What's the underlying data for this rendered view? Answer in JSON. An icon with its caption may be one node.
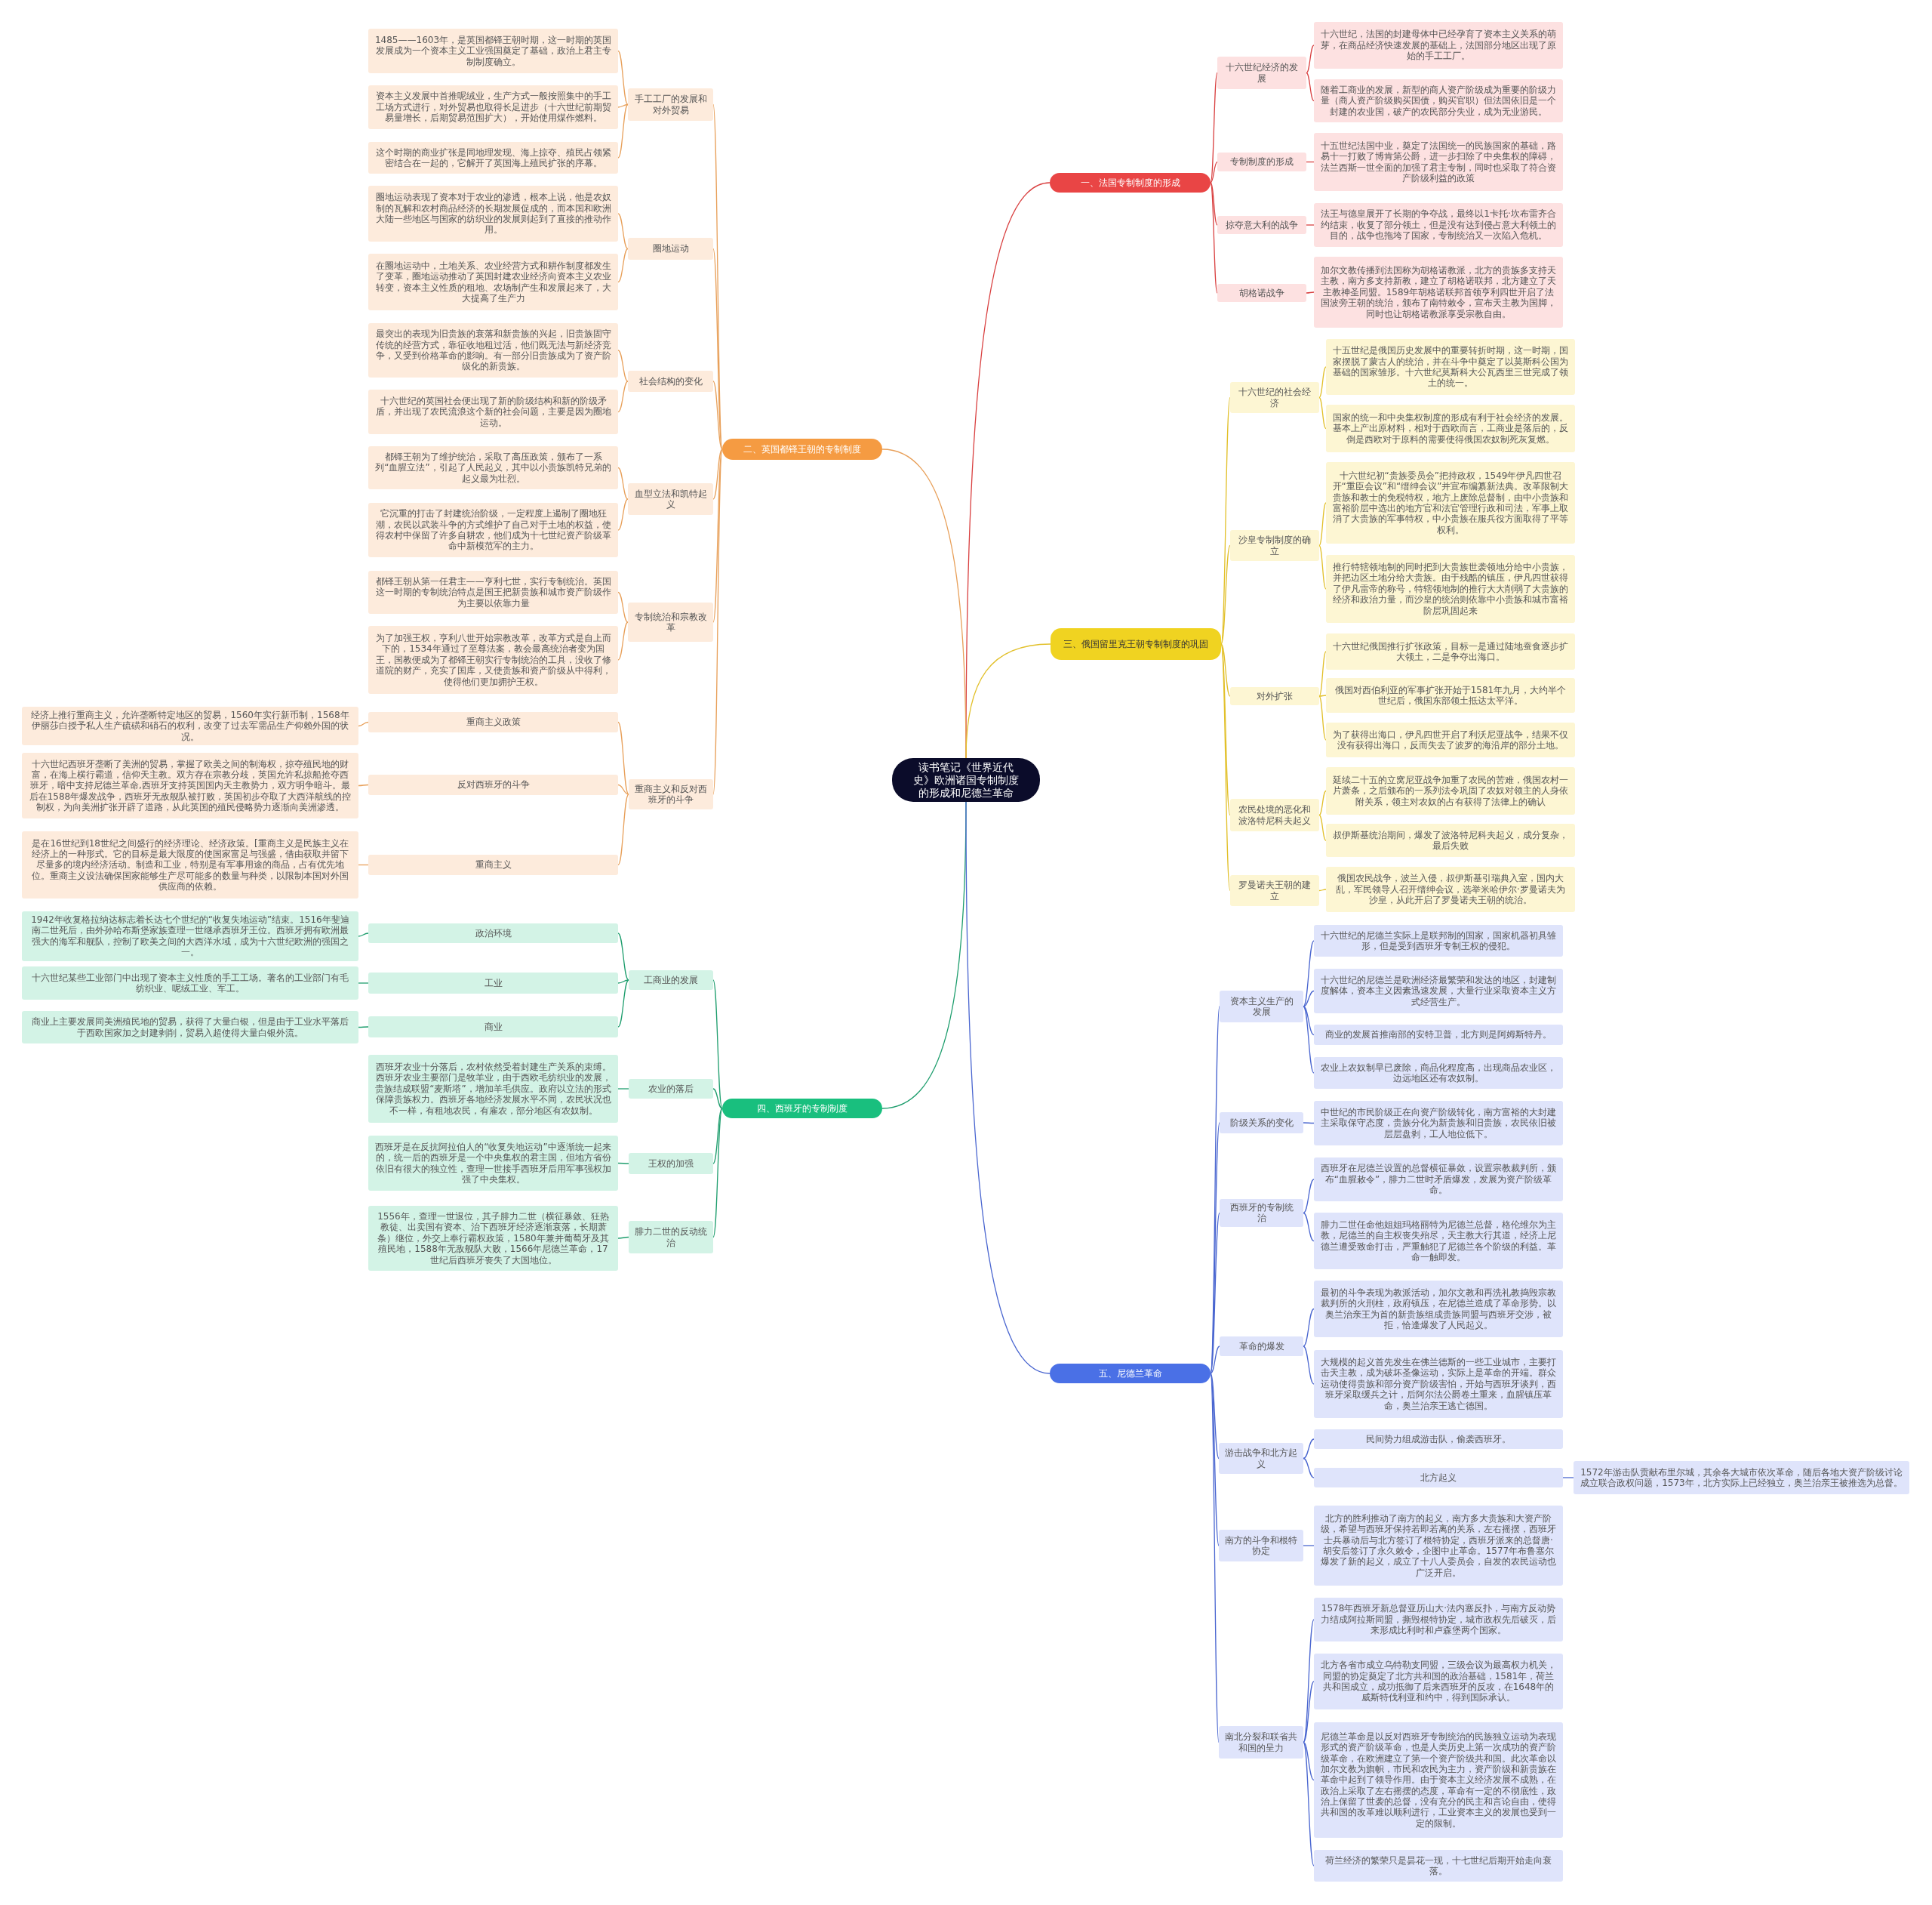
{
  "diagram": {
    "nodes": [
      {
        "text": [
          "读书笔记《世界近代史》欧洲诸国专制制度的形成和尼德兰革命"
        ]
      },
      {
        "text": [
          "一、法国专制制度的形成"
        ]
      },
      {
        "text": [
          "十六世纪经济的发展"
        ]
      },
      {
        "text": [
          "十六世纪，法国的封建母体中已经孕育了资本主义关系的萌芽，在商品经济快速发展的基础上，法国部分地区出现了原始的手工工厂。"
        ]
      },
      {
        "text": [
          "随着工商业的发展，新型的商人资产阶级成为重要的阶级力量（商人资产阶级购买国债，购买官职）但法国依旧是一个封建的农业国，破产的农民部分失业，成为无业游民。"
        ]
      },
      {
        "text": [
          "专制制度的形成"
        ]
      },
      {
        "text": [
          "十五世纪法国中业，奠定了法国统一的民族国家的基础，路易十一打败了博肯第公爵，进一步扫除了中央集权的障碍，法兰西斯一世全面的加强了君主专制，同时也采取了符合资产阶级利益的政策"
        ]
      },
      {
        "text": [
          "掠夺意大利的战争"
        ]
      },
      {
        "text": [
          "法王与德皇展开了长期的争夺战，最终以1卡托·坎布雷齐合约结束，收复了部分领土，但是没有达到侵占意大利领土的目的，战争也拖垮了国家，专制统治又一次陷入危机。"
        ]
      },
      {
        "text": [
          "胡格诺战争"
        ]
      },
      {
        "text": [
          "加尔文教传播到法国称为胡格诺教派，北方的贵族多支持天主教，南方多支持新教，建立了胡格诺联邦，北方建立了天主教神圣同盟。1589年胡格诺联邦首领亨利四世开启了法国波旁王朝的统治，颁布了南特敕令，宣布天主教为国脚，同时也让胡格诺教派享受宗教自由。"
        ]
      },
      {
        "text": [
          "二、英国都铎王朝的专制制度"
        ]
      },
      {
        "text": [
          "手工工厂的发展和对外贸易"
        ]
      },
      {
        "text": [
          "1485——1603年，是英国都铎王朝时期，这一时期的英国发展成为一个资本主义工业强国奠定了基础，政治上君主专制制度确立。"
        ]
      },
      {
        "text": [
          "资本主义发展中首推呢绒业，生产方式一般按照集中的手工工场方式进行，对外贸易也取得长足进步（十六世纪前期贸易量增长，后期贸易范围扩大），开始使用煤作燃料。"
        ]
      },
      {
        "text": [
          "这个时期的商业扩张是同地理发现、海上掠夺、殖民占领紧密结合在一起的，它解开了英国海上殖民扩张的序幕。"
        ]
      },
      {
        "text": [
          "圈地运动"
        ]
      },
      {
        "text": [
          "圈地运动表现了资本对于农业的渗透，根本上说，他是农奴制的瓦解和农村商品经济的长期发展促成的，而本国和欧洲大陆一些地区与国家的纺织业的发展则起到了直接的推动作用。"
        ]
      },
      {
        "text": [
          "在圈地运动中，土地关系、农业经营方式和耕作制度都发生了变革，圈地运动推动了英国封建农业经济向资本主义农业转变，资本主义性质的租地、农场制产生和发展起来了，大大提高了生产力"
        ]
      },
      {
        "text": [
          "社会结构的变化"
        ]
      },
      {
        "text": [
          "最突出的表现为旧贵族的衰落和新贵族的兴起，旧贵族固守传统的经营方式，靠征收地租过活，他们既无法与新经济竞争，又受到价格革命的影响。有一部分旧贵族成为了资产阶级化的新贵族。"
        ]
      },
      {
        "text": [
          "十六世纪的英国社会便出现了新的阶级结构和新的阶级矛盾，并出现了农民流浪这个新的社会问题，主要是因为圈地运动。"
        ]
      },
      {
        "text": [
          "血型立法和凯特起义"
        ]
      },
      {
        "text": [
          "都铎王朝为了维护统治，采取了高压政策，颁布了一系列“血腥立法”，引起了人民起义，其中以小贵族凯特兄弟的起义最为壮烈。"
        ]
      },
      {
        "text": [
          "它沉重的打击了封建统治阶级，一定程度上遏制了圈地狂潮，农民以武装斗争的方式维护了自己对于土地的权益，使得农村中保留了许多自耕农，他们成为十七世纪资产阶级革命中新模范军的主力。"
        ]
      },
      {
        "text": [
          "专制统治和宗教改革"
        ]
      },
      {
        "text": [
          "都铎王朝从第一任君主——亨利七世，实行专制统治。英国这一时期的专制统治特点是国王把新贵族和城市资产阶级作为主要以依靠力量"
        ]
      },
      {
        "text": [
          "为了加强王权，亨利八世开始宗教改革，改革方式是自上而下的，1534年通过了至尊法案，教会最高统治者变为国王，国教便成为了都铎王朝实行专制统治的工具，没收了修道院的财产，充实了国库，又使贵族和资产阶级从中得利，使得他们更加拥护王权。"
        ]
      },
      {
        "text": [
          "重商主义和反对西班牙的斗争"
        ]
      },
      {
        "text": [
          "重商主义政策"
        ]
      },
      {
        "text": [
          "经济上推行重商主义，允许垄断特定地区的贸易，1560年实行新币制，1568年伊丽莎白授予私人生产硫磺和硝石的权利，改变了过去军需品生产仰赖外国的状况。"
        ]
      },
      {
        "text": [
          "反对西班牙的斗争"
        ]
      },
      {
        "text": [
          "十六世纪西班牙垄断了美洲的贸易，掌握了欧美之间的制海权，掠夺殖民地的财富，在海上横行霸道，信仰天主教。双方存在宗教分歧，英国允许私掠船抢夺西班牙，暗中支持尼德兰革命,西班牙支持英国国内天主教势力，双方明争暗斗。最后在1588年爆发战争，西班牙无敌舰队被打败，英国初步夺取了大西洋航线的控制权，为向美洲扩张开辟了道路，从此英国的殖民侵略势力逐渐向美洲渗透。"
        ]
      },
      {
        "text": [
          "重商主义"
        ]
      },
      {
        "text": [
          "是在16世纪到18世纪之间盛行的经济理论、经济政策。[重商主义是民族主义在经济上的一种形式。它的目标是最大限度的使国家富足与强盛，借由获取并留下尽量多的境内经济活动。制造和工业，特别是有军事用途的商品，占有优先地位。重商主义设法确保国家能够生产尽可能多的数量与种类，以限制本国对外国供应商的依赖。"
        ]
      },
      {
        "text": [
          "三、俄国留里克王朝专制制度的巩固"
        ]
      },
      {
        "text": [
          "十六世纪的社会经济"
        ]
      },
      {
        "text": [
          "十五世纪是俄国历史发展中的重要转折时期，这一时期，国家摆脱了蒙古人的统治，并在斗争中奠定了以莫斯科公国为基础的国家雏形。十六世纪莫斯科大公瓦西里三世完成了领土的统一。"
        ]
      },
      {
        "text": [
          "国家的统一和中央集权制度的形成有利于社会经济的发展。基本上产出原材料，相对于西欧而言，工商业是落后的，反倒是西欧对于原料的需要使得俄国农奴制死灰复燃。"
        ]
      },
      {
        "text": [
          "沙皇专制制度的确立"
        ]
      },
      {
        "text": [
          "十六世纪初“贵族委员会”把持政权，1549年伊凡四世召开“重臣会议”和“缙绅会议”并宣布编纂新法典。改革限制大贵族和教士的免税特权，地方上废除总督制，由中小贵族和富裕阶层中选出的地方官和法官管理行政和司法，军事上取消了大贵族的军事特权，中小贵族在服兵役方面取得了平等权利。"
        ]
      },
      {
        "text": [
          "推行特辖领地制的同时把到大贵族世袭领地分给中小贵族，并把边区土地分给大贵族。由于残酷的镇压，伊凡四世获得了伊凡雷帝的称号，特辖领地制的推行大大削弱了大贵族的经济和政治力量，而沙皇的统治则依靠中小贵族和城市富裕阶层巩固起来"
        ]
      },
      {
        "text": [
          "对外扩张"
        ]
      },
      {
        "text": [
          "十六世纪俄国推行扩张政策，目标一是通过陆地蚕食逐步扩大领土，二是争夺出海口。"
        ]
      },
      {
        "text": [
          "俄国对西伯利亚的军事扩张开始于1581年九月，大约半个世纪后，俄国东部领土抵达太平洋。"
        ]
      },
      {
        "text": [
          "为了获得出海口，伊凡四世开启了利沃尼亚战争，结果不仅没有获得出海口，反而失去了波罗的海沿岸的部分土地。"
        ]
      },
      {
        "text": [
          "农民处境的恶化和波洛特尼科夫起义"
        ]
      },
      {
        "text": [
          "延续二十五的立窝尼亚战争加重了农民的苦难，俄国农村一片萧条，之后颁布的一系列法令巩固了农奴对领主的人身依附关系，领主对农奴的占有获得了法律上的确认"
        ]
      },
      {
        "text": [
          "叔伊斯基统治期间，爆发了波洛特尼科夫起义，成分复杂，最后失败"
        ]
      },
      {
        "text": [
          "罗曼诺夫王朝的建立"
        ]
      },
      {
        "text": [
          "俄国农民战争，波兰入侵，叔伊斯基引瑞典入室，国内大乱，军民领导人召开缙绅会议，选举米哈伊尔·罗曼诺夫为沙皇，从此开启了罗曼诺夫王朝的统治。"
        ]
      },
      {
        "text": [
          "四、西班牙的专制制度"
        ]
      },
      {
        "text": [
          "工商业的发展"
        ]
      },
      {
        "text": [
          "政治环境"
        ]
      },
      {
        "text": [
          "1942年收复格拉纳达标志着长达七个世纪的“收复失地运动”结束。1516年斐迪南二世死后，由外孙哈布斯堡家族查理一世继承西班牙王位。西班牙拥有欧洲最强大的海军和舰队，控制了欧美之间的大西洋水域，成为十六世纪欧洲的强国之一。"
        ]
      },
      {
        "text": [
          "工业"
        ]
      },
      {
        "text": [
          "十六世纪某些工业部门中出现了资本主义性质的手工工场。著名的工业部门有毛纺织业、呢绒工业、军工。"
        ]
      },
      {
        "text": [
          "商业"
        ]
      },
      {
        "text": [
          "商业上主要发展同美洲殖民地的贸易，获得了大量白银，但是由于工业水平落后于西欧国家加之封建剥削，贸易入超使得大量白银外流。"
        ]
      },
      {
        "text": [
          "农业的落后"
        ]
      },
      {
        "text": [
          "西班牙农业十分落后，农村依然受着封建生产关系的束缚。西班牙农业主要部门是牧羊业，由于西欧毛纺织业的发展，贵族结成联盟“麦斯塔”，增加羊毛供应。政府以立法的形式保障贵族权力。西班牙各地经济发展水平不同，农民状况也不一样，有租地农民，有雇农，部分地区有农奴制。"
        ]
      },
      {
        "text": [
          "王权的加强"
        ]
      },
      {
        "text": [
          "西班牙是在反抗阿拉伯人的“收复失地运动”中逐渐统一起来的，统一后的西班牙是一个中央集权的君主国，但地方省份依旧有很大的独立性，查理一世接手西班牙后用军事强权加强了中央集权。"
        ]
      },
      {
        "text": [
          "腓力二世的反动统治"
        ]
      },
      {
        "text": [
          "1556年，查理一世退位，其子腓力二世（横征暴敛、狂热教徒、出卖国有资本、治下西班牙经济逐渐衰落，长期萧条）继位，外交上奉行霸权政策，1580年兼并葡萄牙及其殖民地，1588年无敌舰队大败，1566年尼德兰革命，17世纪后西班牙丧失了大国地位。"
        ]
      },
      {
        "text": [
          "五、尼德兰革命"
        ]
      },
      {
        "text": [
          "资本主义生产的发展"
        ]
      },
      {
        "text": [
          "十六世纪的尼德兰实际上是联邦制的国家，国家机器初具雏形，但是受到西班牙专制王权的侵犯。"
        ]
      },
      {
        "text": [
          "十六世纪的尼德兰是欧洲经济最繁荣和发达的地区，封建制度解体，资本主义因素迅速发展，大量行业采取资本主义方式经营生产。"
        ]
      },
      {
        "text": [
          "商业的发展首推南部的安特卫普，北方则是阿姆斯特丹。"
        ]
      },
      {
        "text": [
          "农业上农奴制早已废除，商品化程度高，出现商品农业区，边远地区还有农奴制。"
        ]
      },
      {
        "text": [
          "阶级关系的变化"
        ]
      },
      {
        "text": [
          "中世纪的市民阶级正在向资产阶级转化，南方富裕的大封建主采取保守态度，贵族分化为新贵族和旧贵族，农民依旧被层层盘剥，工人地位低下。"
        ]
      },
      {
        "text": [
          "西班牙的专制统治"
        ]
      },
      {
        "text": [
          "西班牙在尼德兰设置的总督横征暴敛，设置宗教裁判所，颁布“血腥敕令”，腓力二世时矛盾爆发，发展为资产阶级革命。"
        ]
      },
      {
        "text": [
          "腓力二世任命他姐姐玛格丽特为尼德兰总督，格伦维尔为主教，尼德兰的自主权丧失殆尽，天主教大行其道，经济上尼德兰遭受致命打击，严重触犯了尼德兰各个阶级的利益。革命一触即发。"
        ]
      },
      {
        "text": [
          "革命的爆发"
        ]
      },
      {
        "text": [
          "最初的斗争表现为教派活动，加尔文教和再洗礼教捣毁宗教裁判所的火刑柱，政府镇压，在尼德兰造成了革命形势。以奥兰治亲王为首的新贵族组成贵族同盟与西班牙交涉，被拒，恰逢爆发了人民起义。"
        ]
      },
      {
        "text": [
          "大规模的起义首先发生在佛兰德斯的一些工业城市，主要打击天主教，成为破坏圣像运动，实际上是革命的开端。群众运动使得贵族和部分资产阶级害怕，开始与西班牙谈判，西班牙采取缓兵之计，后阿尔法公爵卷土重来，血腥镇压革命，奥兰治亲王逃亡德国。"
        ]
      },
      {
        "text": [
          "游击战争和北方起义"
        ]
      },
      {
        "text": [
          "民间势力组成游击队，偷袭西班牙。"
        ]
      },
      {
        "text": [
          "北方起义"
        ]
      },
      {
        "text": [
          "1572年游击队贡献布里尔城，其余各大城市依次革命，随后各地大资产阶级讨论成立联合政权问题，1573年，北方实际上已经独立，奥兰治亲王被推选为总督。"
        ]
      },
      {
        "text": [
          "南方的斗争和根特协定"
        ]
      },
      {
        "text": [
          "北方的胜利推动了南方的起义，南方多大贵族和大资产阶级，希望与西班牙保持若即若离的关系，左右摇摆，西班牙士兵暴动后与北方签订了根特协定，西班牙派来的总督唐·胡安后签订了永久敕令，企图中止革命。1577年布鲁塞尔爆发了新的起义，成立了十八人委员会，自发的农民运动也广泛开启。"
        ]
      },
      {
        "text": [
          "南北分裂和联省共和国的呈力"
        ]
      },
      {
        "text": [
          "1578年西班牙新总督亚历山大·法内塞反扑，与南方反动势力结成阿拉斯同盟，撕毁根特协定，城市政权先后破灭，后来形成比利时和卢森堡两个国家。"
        ]
      },
      {
        "text": [
          "北方各省市成立乌特勒支同盟，三级会议为最高权力机关，同盟的协定奠定了北方共和国的政治基础，1581年，荷兰共和国成立，成功抵御了后来西班牙的反攻，在1648年的威斯特伐利亚和约中，得到国际承认。"
        ]
      },
      {
        "text": [
          "尼德兰革命是以反对西班牙专制统治的民族独立运动为表现形式的资产阶级革命，也是人类历史上第一次成功的资产阶级革命，在欧洲建立了第一个资产阶级共和国。此次革命以加尔文教为旗帜，市民和农民为主力，资产阶级和新贵族在革命中起到了领导作用。由于资本主义经济发展不成熟，在政治上采取了左右摇摆的态度，革命有一定的不彻底性，政治上保留了世袭的总督，没有充分的民主和言论自由，使得共和国的改革难以顺利进行，工业资本主义的发展也受到一定的限制。"
        ]
      },
      {
        "text": [
          "荷兰经济的繁荣只是昙花一现，十七世纪后期开始走向衰落。"
        ]
      }
    ],
    "edges": [
      {
        "from": 0,
        "to": 1,
        "arrow": "none",
        "color": "#d94040"
      },
      {
        "from": 1,
        "to": 2,
        "arrow": "none",
        "color": "#d94040"
      },
      {
        "from": 2,
        "to": 3,
        "arrow": "none",
        "color": "#d94040"
      },
      {
        "from": 2,
        "to": 4,
        "arrow": "none",
        "color": "#d94040"
      },
      {
        "from": 1,
        "to": 5,
        "arrow": "none",
        "color": "#d94040"
      },
      {
        "from": 5,
        "to": 6,
        "arrow": "none",
        "color": "#d94040"
      },
      {
        "from": 1,
        "to": 7,
        "arrow": "none",
        "color": "#d94040"
      },
      {
        "from": 7,
        "to": 8,
        "arrow": "none",
        "color": "#d94040"
      },
      {
        "from": 1,
        "to": 9,
        "arrow": "none",
        "color": "#d94040"
      },
      {
        "from": 9,
        "to": 10,
        "arrow": "none",
        "color": "#d94040"
      },
      {
        "from": 0,
        "to": 11,
        "arrow": "none",
        "color": "#e8a05a"
      },
      {
        "from": 11,
        "to": 12,
        "arrow": "none",
        "color": "#e8a05a"
      },
      {
        "from": 12,
        "to": 13,
        "arrow": "none",
        "color": "#e8a05a"
      },
      {
        "from": 12,
        "to": 14,
        "arrow": "none",
        "color": "#e8a05a"
      },
      {
        "from": 12,
        "to": 15,
        "arrow": "none",
        "color": "#e8a05a"
      },
      {
        "from": 11,
        "to": 16,
        "arrow": "none",
        "color": "#e8a05a"
      },
      {
        "from": 16,
        "to": 17,
        "arrow": "none",
        "color": "#e8a05a"
      },
      {
        "from": 16,
        "to": 18,
        "arrow": "none",
        "color": "#e8a05a"
      },
      {
        "from": 11,
        "to": 19,
        "arrow": "none",
        "color": "#e8a05a"
      },
      {
        "from": 19,
        "to": 20,
        "arrow": "none",
        "color": "#e8a05a"
      },
      {
        "from": 19,
        "to": 21,
        "arrow": "none",
        "color": "#e8a05a"
      },
      {
        "from": 11,
        "to": 22,
        "arrow": "none",
        "color": "#e8a05a"
      },
      {
        "from": 22,
        "to": 23,
        "arrow": "none",
        "color": "#e8a05a"
      },
      {
        "from": 22,
        "to": 24,
        "arrow": "none",
        "color": "#e8a05a"
      },
      {
        "from": 11,
        "to": 25,
        "arrow": "none",
        "color": "#e8a05a"
      },
      {
        "from": 25,
        "to": 26,
        "arrow": "none",
        "color": "#e8a05a"
      },
      {
        "from": 25,
        "to": 27,
        "arrow": "none",
        "color": "#e8a05a"
      },
      {
        "from": 11,
        "to": 28,
        "arrow": "none",
        "color": "#e8a05a"
      },
      {
        "from": 28,
        "to": 29,
        "arrow": "none",
        "color": "#e8a05a"
      },
      {
        "from": 29,
        "to": 30,
        "arrow": "none",
        "color": "#e8a05a"
      },
      {
        "from": 28,
        "to": 31,
        "arrow": "none",
        "color": "#e8a05a"
      },
      {
        "from": 31,
        "to": 32,
        "arrow": "none",
        "color": "#e8a05a"
      },
      {
        "from": 28,
        "to": 33,
        "arrow": "none",
        "color": "#e8a05a"
      },
      {
        "from": 33,
        "to": 34,
        "arrow": "none",
        "color": "#e8a05a"
      },
      {
        "from": 0,
        "to": 35,
        "arrow": "none",
        "color": "#e2c02a"
      },
      {
        "from": 35,
        "to": 36,
        "arrow": "none",
        "color": "#e2c02a"
      },
      {
        "from": 36,
        "to": 37,
        "arrow": "none",
        "color": "#e2c02a"
      },
      {
        "from": 36,
        "to": 38,
        "arrow": "none",
        "color": "#e2c02a"
      },
      {
        "from": 35,
        "to": 39,
        "arrow": "none",
        "color": "#e2c02a"
      },
      {
        "from": 39,
        "to": 40,
        "arrow": "none",
        "color": "#e2c02a"
      },
      {
        "from": 39,
        "to": 41,
        "arrow": "none",
        "color": "#e2c02a"
      },
      {
        "from": 35,
        "to": 42,
        "arrow": "none",
        "color": "#e2c02a"
      },
      {
        "from": 42,
        "to": 43,
        "arrow": "none",
        "color": "#e2c02a"
      },
      {
        "from": 42,
        "to": 44,
        "arrow": "none",
        "color": "#e2c02a"
      },
      {
        "from": 42,
        "to": 45,
        "arrow": "none",
        "color": "#e2c02a"
      },
      {
        "from": 35,
        "to": 46,
        "arrow": "none",
        "color": "#e2c02a"
      },
      {
        "from": 46,
        "to": 47,
        "arrow": "none",
        "color": "#e2c02a"
      },
      {
        "from": 46,
        "to": 48,
        "arrow": "none",
        "color": "#e2c02a"
      },
      {
        "from": 35,
        "to": 49,
        "arrow": "none",
        "color": "#e2c02a"
      },
      {
        "from": 49,
        "to": 50,
        "arrow": "none",
        "color": "#e2c02a"
      },
      {
        "from": 0,
        "to": 51,
        "arrow": "none",
        "color": "#1f9e6e"
      },
      {
        "from": 51,
        "to": 52,
        "arrow": "none",
        "color": "#1f9e6e"
      },
      {
        "from": 52,
        "to": 53,
        "arrow": "none",
        "color": "#1f9e6e"
      },
      {
        "from": 53,
        "to": 54,
        "arrow": "none",
        "color": "#1f9e6e"
      },
      {
        "from": 52,
        "to": 55,
        "arrow": "none",
        "color": "#1f9e6e"
      },
      {
        "from": 55,
        "to": 56,
        "arrow": "none",
        "color": "#1f9e6e"
      },
      {
        "from": 52,
        "to": 57,
        "arrow": "none",
        "color": "#1f9e6e"
      },
      {
        "from": 57,
        "to": 58,
        "arrow": "none",
        "color": "#1f9e6e"
      },
      {
        "from": 51,
        "to": 59,
        "arrow": "none",
        "color": "#1f9e6e"
      },
      {
        "from": 59,
        "to": 60,
        "arrow": "none",
        "color": "#1f9e6e"
      },
      {
        "from": 51,
        "to": 61,
        "arrow": "none",
        "color": "#1f9e6e"
      },
      {
        "from": 61,
        "to": 62,
        "arrow": "none",
        "color": "#1f9e6e"
      },
      {
        "from": 51,
        "to": 63,
        "arrow": "none",
        "color": "#1f9e6e"
      },
      {
        "from": 63,
        "to": 64,
        "arrow": "none",
        "color": "#1f9e6e"
      },
      {
        "from": 0,
        "to": 65,
        "arrow": "none",
        "color": "#4a66d0"
      },
      {
        "from": 65,
        "to": 66,
        "arrow": "none",
        "color": "#4a66d0"
      },
      {
        "from": 66,
        "to": 67,
        "arrow": "none",
        "color": "#4a66d0"
      },
      {
        "from": 66,
        "to": 68,
        "arrow": "none",
        "color": "#4a66d0"
      },
      {
        "from": 66,
        "to": 69,
        "arrow": "none",
        "color": "#4a66d0"
      },
      {
        "from": 66,
        "to": 70,
        "arrow": "none",
        "color": "#4a66d0"
      },
      {
        "from": 65,
        "to": 71,
        "arrow": "none",
        "color": "#4a66d0"
      },
      {
        "from": 71,
        "to": 72,
        "arrow": "none",
        "color": "#4a66d0"
      },
      {
        "from": 65,
        "to": 73,
        "arrow": "none",
        "color": "#4a66d0"
      },
      {
        "from": 73,
        "to": 74,
        "arrow": "none",
        "color": "#4a66d0"
      },
      {
        "from": 73,
        "to": 75,
        "arrow": "none",
        "color": "#4a66d0"
      },
      {
        "from": 65,
        "to": 76,
        "arrow": "none",
        "color": "#4a66d0"
      },
      {
        "from": 76,
        "to": 77,
        "arrow": "none",
        "color": "#4a66d0"
      },
      {
        "from": 76,
        "to": 78,
        "arrow": "none",
        "color": "#4a66d0"
      },
      {
        "from": 65,
        "to": 79,
        "arrow": "none",
        "color": "#4a66d0"
      },
      {
        "from": 79,
        "to": 80,
        "arrow": "none",
        "color": "#4a66d0"
      },
      {
        "from": 79,
        "to": 81,
        "arrow": "none",
        "color": "#4a66d0"
      },
      {
        "from": 81,
        "to": 82,
        "arrow": "none",
        "color": "#4a66d0"
      },
      {
        "from": 65,
        "to": 83,
        "arrow": "none",
        "color": "#4a66d0"
      },
      {
        "from": 83,
        "to": 84,
        "arrow": "none",
        "color": "#4a66d0"
      },
      {
        "from": 65,
        "to": 85,
        "arrow": "none",
        "color": "#4a66d0"
      },
      {
        "from": 85,
        "to": 86,
        "arrow": "none",
        "color": "#4a66d0"
      },
      {
        "from": 85,
        "to": 87,
        "arrow": "none",
        "color": "#4a66d0"
      },
      {
        "from": 85,
        "to": 88,
        "arrow": "none",
        "color": "#4a66d0"
      },
      {
        "from": 85,
        "to": 89,
        "arrow": "none",
        "color": "#4a66d0"
      }
    ]
  }
}
